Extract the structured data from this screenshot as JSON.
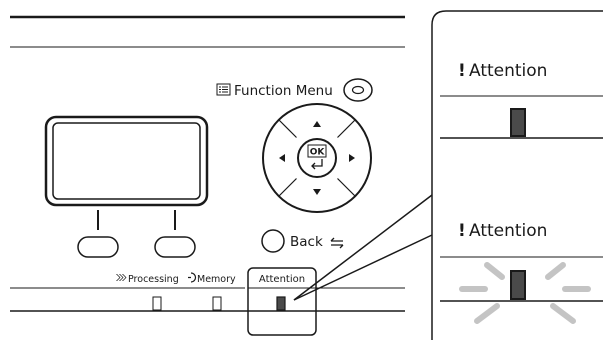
{
  "panel": {
    "function_menu_label": "Function Menu",
    "ok_label": "OK",
    "back_label": "Back",
    "processing_label": "Processing",
    "memory_label": "Memory",
    "attention_label": "Attention"
  },
  "callout": {
    "top_title": "Attention",
    "bottom_title": "Attention",
    "exclamation": "!"
  },
  "indicators": {
    "top_state": "on",
    "bottom_state": "blinking"
  },
  "colors": {
    "line": "#1a1a1a",
    "led_fill": "#4a4a4a",
    "blink_rays": "#c4c4c4"
  },
  "icons": [
    "function-menu-icon",
    "circle-button-icon",
    "up-arrow-icon",
    "down-arrow-icon",
    "left-arrow-icon",
    "right-arrow-icon",
    "enter-icon",
    "back-arrow-icon",
    "processing-icon",
    "memory-icon"
  ]
}
